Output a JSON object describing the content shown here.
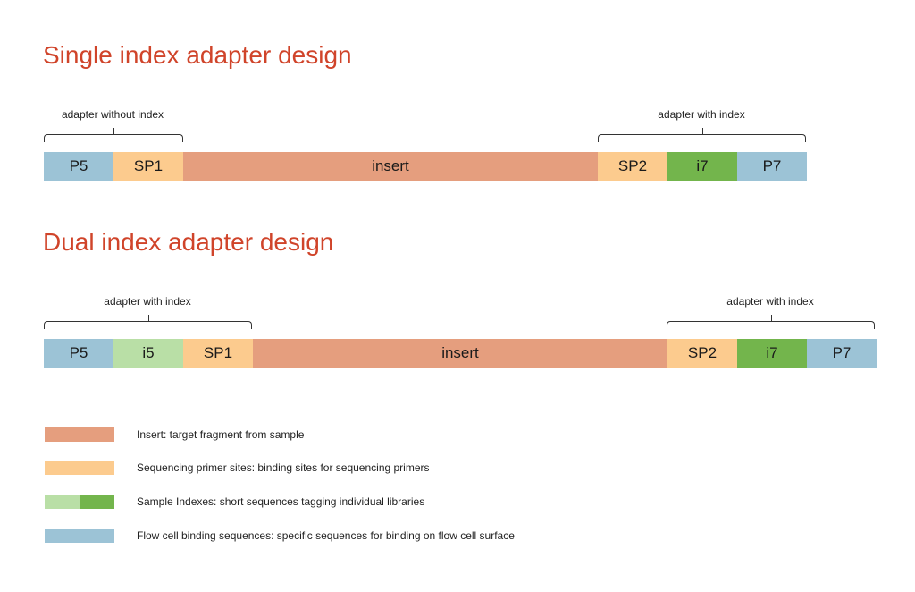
{
  "colors": {
    "heading": "#d0442a",
    "flowcell": "#9cc3d6",
    "primer": "#fccb8e",
    "insert": "#e59e7e",
    "index_i5": "#b9dfa6",
    "index_i7": "#73b54c"
  },
  "single": {
    "title": "Single index adapter design",
    "left_bracket_label": "adapter without index",
    "right_bracket_label": "adapter with index",
    "segments": [
      {
        "label": "P5",
        "type": "flowcell"
      },
      {
        "label": "SP1",
        "type": "primer"
      },
      {
        "label": "insert",
        "type": "insert"
      },
      {
        "label": "SP2",
        "type": "primer"
      },
      {
        "label": "i7",
        "type": "index_i7"
      },
      {
        "label": "P7",
        "type": "flowcell"
      }
    ]
  },
  "dual": {
    "title": "Dual index adapter design",
    "left_bracket_label": "adapter with index",
    "right_bracket_label": "adapter with index",
    "segments": [
      {
        "label": "P5",
        "type": "flowcell"
      },
      {
        "label": "i5",
        "type": "index_i5"
      },
      {
        "label": "SP1",
        "type": "primer"
      },
      {
        "label": "insert",
        "type": "insert"
      },
      {
        "label": "SP2",
        "type": "primer"
      },
      {
        "label": "i7",
        "type": "index_i7"
      },
      {
        "label": "P7",
        "type": "flowcell"
      }
    ]
  },
  "legend": [
    {
      "text": "Insert: target fragment from sample",
      "swatch": [
        "insert"
      ]
    },
    {
      "text": "Sequencing primer sites: binding sites for sequencing primers",
      "swatch": [
        "primer"
      ]
    },
    {
      "text": "Sample Indexes: short sequences tagging individual libraries",
      "swatch": [
        "index_i5",
        "index_i7"
      ]
    },
    {
      "text": "Flow cell binding sequences: specific sequences for binding on flow cell surface",
      "swatch": [
        "flowcell"
      ]
    }
  ]
}
